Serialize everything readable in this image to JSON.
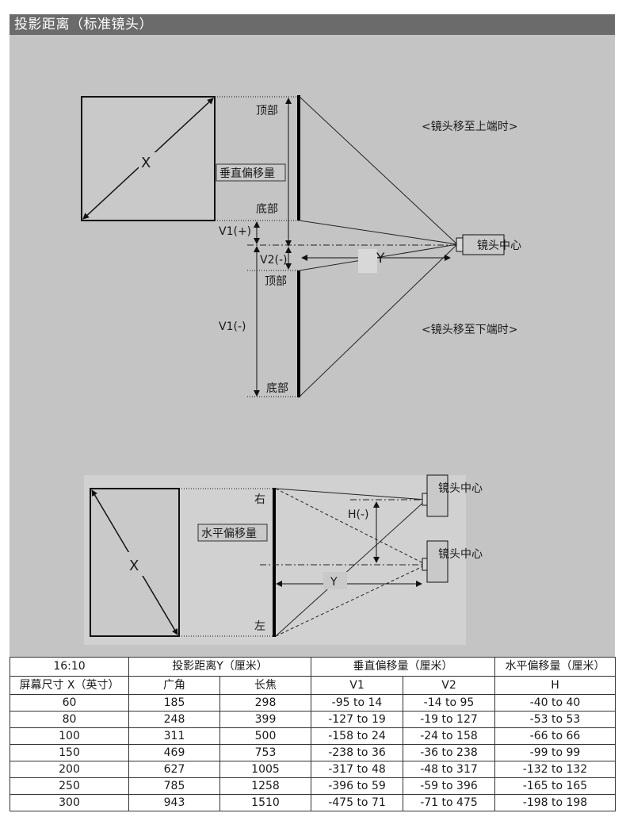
{
  "page_title": "投影距离（标准镜头）",
  "diagram_vertical": {
    "screen_size_label": "X",
    "vertical_shift_label": "垂直偏移量",
    "top_label_upper": "顶部",
    "bottom_label_upper": "底部",
    "v1_plus_label": "V1(+)",
    "v2_minus_label": "V2(-)",
    "top_label_lower": "顶部",
    "v1_minus_label": "V1(-)",
    "bottom_label_lower": "底部",
    "distance_label": "Y",
    "lens_center_label": "镜头中心",
    "lens_up_caption": "<镜头移至上端时>",
    "lens_down_caption": "<镜头移至下端时>"
  },
  "diagram_horizontal": {
    "screen_size_label": "X",
    "horizontal_shift_label": "水平偏移量",
    "right_label": "右",
    "left_label": "左",
    "h_minus_label": "H(-)",
    "distance_label": "Y",
    "lens_center_label_top": "镜头中心",
    "lens_center_label_bottom": "镜头中心"
  },
  "table": {
    "header_row1": [
      "16:10",
      "投影距离Y（厘米）",
      "垂直偏移量（厘米）",
      "水平偏移量（厘米）"
    ],
    "header_row2": [
      "屏幕尺寸 X（英寸）",
      "广角",
      "长焦",
      "V1",
      "V2",
      "H"
    ],
    "rows": [
      [
        "60",
        "185",
        "298",
        "-95  to 14",
        "-14   to 95",
        "-40   to 40"
      ],
      [
        "80",
        "248",
        "399",
        "-127 to 19",
        "-19  to 127",
        "-53   to 53"
      ],
      [
        "100",
        "311",
        "500",
        "-158 to 24",
        "-24  to 158",
        "-66   to 66"
      ],
      [
        "150",
        "469",
        "753",
        "-238 to 36",
        "-36  to 238",
        "-99   to 99"
      ],
      [
        "200",
        "627",
        "1005",
        "-317 to 48",
        "-48  to 317",
        "-132  to 132"
      ],
      [
        "250",
        "785",
        "1258",
        "-396 to 59",
        "-59  to 396",
        "-165  to 165"
      ],
      [
        "300",
        "943",
        "1510",
        "-475 to 71",
        "-71  to 475",
        "-198  to 198"
      ]
    ]
  }
}
